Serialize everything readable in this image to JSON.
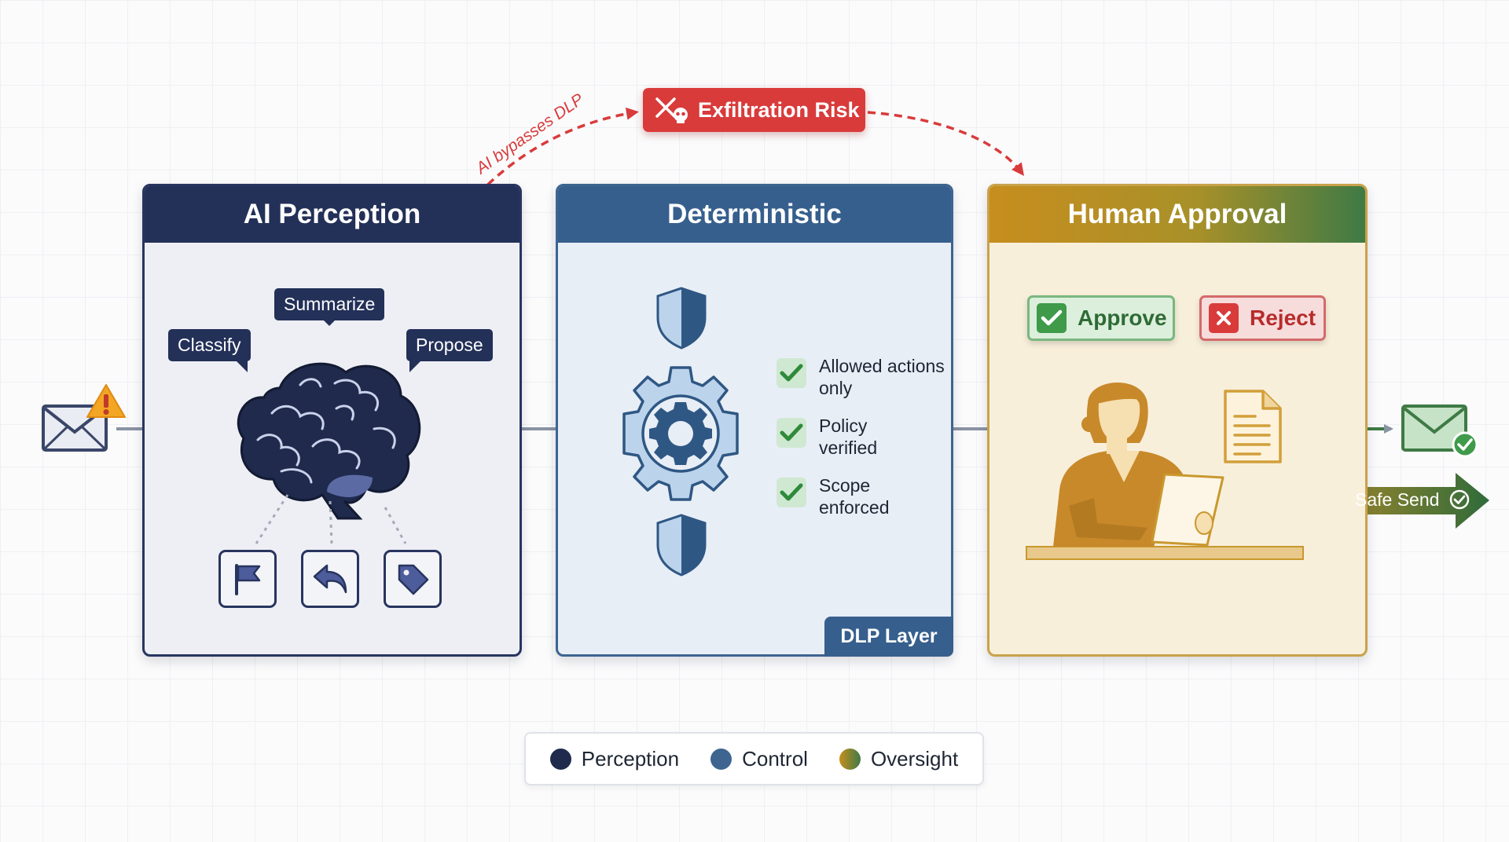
{
  "panels": {
    "ai": {
      "title": "AI Perception",
      "bubbles": {
        "classify": "Classify",
        "summarize": "Summarize",
        "propose": "Propose"
      },
      "actions": [
        "flag-icon",
        "reply-icon",
        "tag-icon"
      ]
    },
    "deterministic": {
      "title": "Deterministic",
      "checks": [
        "Allowed actions only",
        "Policy verified",
        "Scope enforced"
      ],
      "badge": "DLP Layer"
    },
    "human": {
      "title": "Human Approval",
      "approve": "Approve",
      "reject": "Reject",
      "safe_send": "Safe Send"
    }
  },
  "risk": {
    "badge": "Exfiltration Risk",
    "path_label": "AI bypasses DLP"
  },
  "legend": [
    {
      "label": "Perception",
      "color": "#1f2a4d"
    },
    {
      "label": "Control",
      "color": "#3d6590"
    },
    {
      "label": "Oversight",
      "color": "gradient:#c78e1e-#3f7a45"
    }
  ],
  "colors": {
    "perception": "#233058",
    "control": "#365f8d",
    "oversight_start": "#c78e1e",
    "oversight_end": "#3f7a45",
    "risk": "#d93b3b",
    "approve": "#3f9a4a",
    "warning": "#f2a623"
  }
}
